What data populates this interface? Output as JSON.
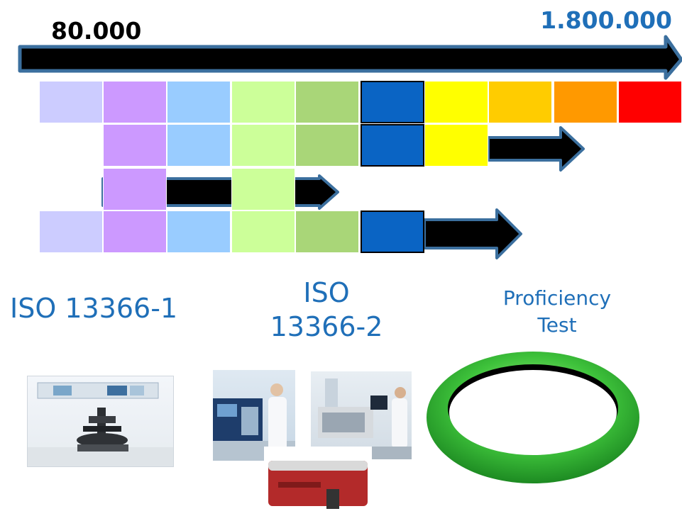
{
  "scale": {
    "start_label": "80.000",
    "end_label": "1.800.000",
    "start_color": "#000000",
    "end_color": "#1f6fb8"
  },
  "palette": [
    "#ccccff",
    "#cc99ff",
    "#99ccff",
    "#ccff99",
    "#a9d678",
    "#0a64c4",
    "#ffff00",
    "#ffcc00",
    "#ff9900",
    "#ff0000"
  ],
  "rows": [
    {
      "name": "full-range",
      "colors": [
        0,
        1,
        2,
        3,
        4,
        5,
        6,
        7,
        8,
        9
      ]
    },
    {
      "name": "iso-13366-2",
      "colors": [
        1,
        2,
        3,
        4,
        5,
        6
      ]
    },
    {
      "name": "iso-13366-1",
      "colors": [
        1,
        3
      ]
    },
    {
      "name": "proficiency-test",
      "colors": [
        0,
        1,
        2,
        3,
        4,
        5
      ]
    }
  ],
  "labels": {
    "iso1": "ISO 13366-1",
    "iso2_line1": "ISO",
    "iso2_line2": "13366-2",
    "pt_line1": "Proficiency",
    "pt_line2": "Test"
  },
  "icons": {
    "microscope": "microscope-photo",
    "counter1": "flow-cytometer-lab-photo",
    "counter2": "flow-cytometer-workstation-photo",
    "counter3": "red-somatic-cell-counter-photo",
    "ring": "green-ring"
  }
}
